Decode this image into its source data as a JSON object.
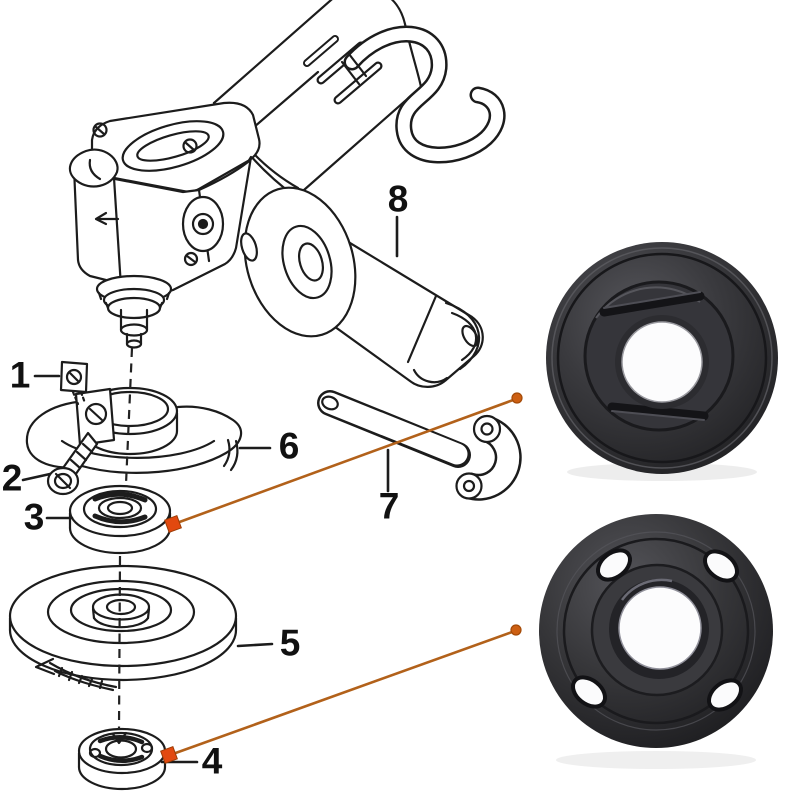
{
  "figure": {
    "background": "#ffffff",
    "ink": "#1c1c1c",
    "accent_line": "#b2611a",
    "accent_arrow": "#e2490f"
  },
  "callouts": [
    {
      "number": "1"
    },
    {
      "number": "2"
    },
    {
      "number": "3"
    },
    {
      "number": "4"
    },
    {
      "number": "5"
    },
    {
      "number": "6"
    },
    {
      "number": "7"
    },
    {
      "number": "8"
    }
  ],
  "photos": [
    {
      "icon": "inner-flange-nut-photo",
      "body_color": "#35353a",
      "hole_color": "#fcfcfd"
    },
    {
      "icon": "outer-flange-lock-nut-photo",
      "body_color": "#3a3a3e",
      "hole_color": "#fcfcfd"
    }
  ]
}
